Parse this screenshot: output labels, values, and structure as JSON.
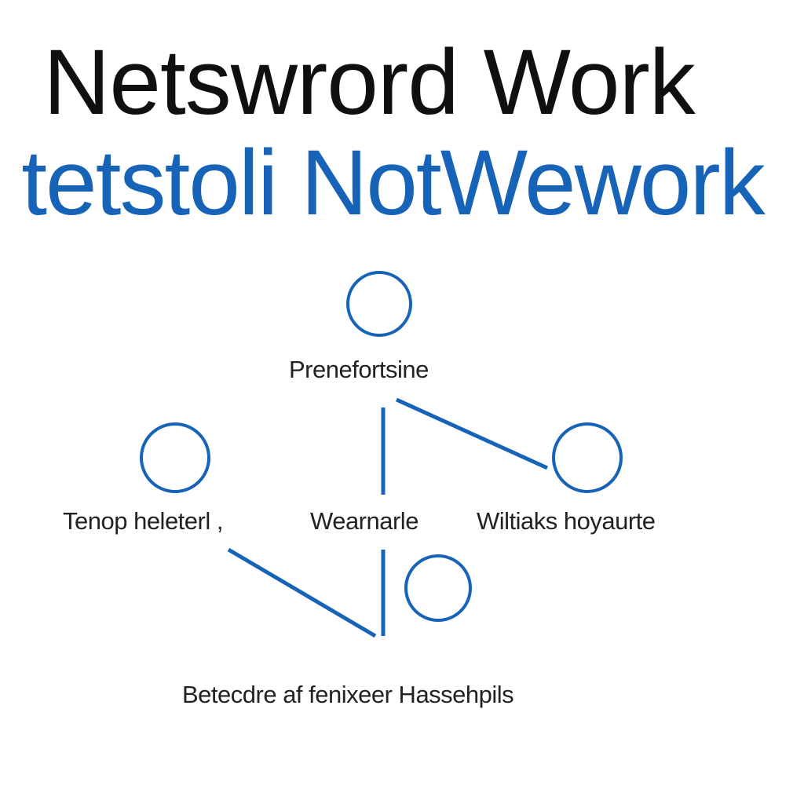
{
  "header": {
    "title_line_1": "Netswrord Work",
    "title_line_2": "tetstoli NotWework"
  },
  "diagram": {
    "labels": {
      "top": "Prenefortsine",
      "left": "Tenop heleterl ,",
      "middle": "Wearnarle",
      "right": "Wiltiaks hoyaurte",
      "bottom": "Betecdre af fenixeer Hassehpils"
    }
  },
  "colors": {
    "accent": "#1763b8",
    "text": "#222222",
    "title": "#101010"
  }
}
